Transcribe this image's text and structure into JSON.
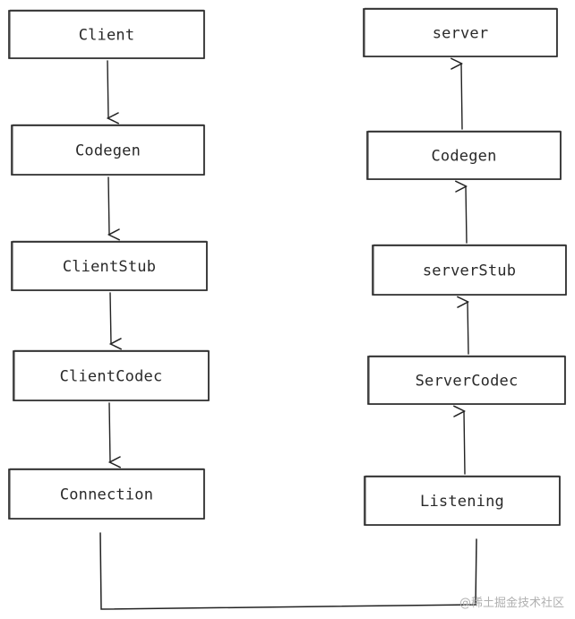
{
  "diagram": {
    "client_side": [
      {
        "id": "client",
        "label": "Client"
      },
      {
        "id": "client-codegen",
        "label": "Codegen"
      },
      {
        "id": "clientstub",
        "label": "ClientStub"
      },
      {
        "id": "clientcodec",
        "label": "ClientCodec"
      },
      {
        "id": "connection",
        "label": "Connection"
      }
    ],
    "server_side": [
      {
        "id": "server",
        "label": "server"
      },
      {
        "id": "server-codegen",
        "label": "Codegen"
      },
      {
        "id": "serverstub",
        "label": "serverStub"
      },
      {
        "id": "servercodec",
        "label": "ServerCodec"
      },
      {
        "id": "listening",
        "label": "Listening"
      }
    ],
    "edges": [
      {
        "from": "client",
        "to": "client-codegen"
      },
      {
        "from": "client-codegen",
        "to": "clientstub"
      },
      {
        "from": "clientstub",
        "to": "clientcodec"
      },
      {
        "from": "clientcodec",
        "to": "connection"
      },
      {
        "from": "listening",
        "to": "servercodec"
      },
      {
        "from": "servercodec",
        "to": "serverstub"
      },
      {
        "from": "serverstub",
        "to": "server-codegen"
      },
      {
        "from": "server-codegen",
        "to": "server"
      },
      {
        "from": "connection",
        "to": "listening"
      }
    ],
    "colors": {
      "stroke": "#222222",
      "text": "#2a2a2a",
      "watermark": "#b0b0b0"
    }
  },
  "watermark": {
    "text": "@稀土掘金技术社区"
  }
}
